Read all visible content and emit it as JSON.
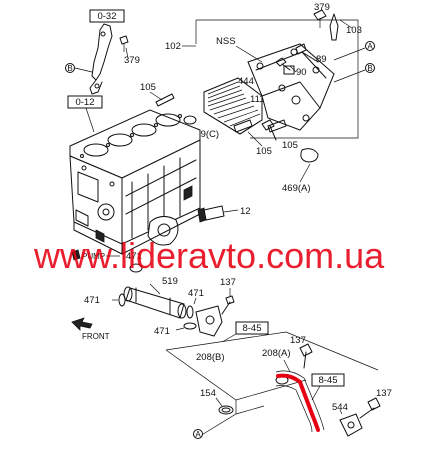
{
  "parts": {
    "p379a": "379",
    "p379b": "379",
    "p103": "103",
    "p102": "102",
    "pNSS": "NSS",
    "p89": "89",
    "p90": "90",
    "p444": "444",
    "p111": "111",
    "p105a": "105",
    "p105b": "105",
    "p105c": "105",
    "p469c": "469(C)",
    "p469a": "469(A)",
    "p12": "12",
    "p519": "519",
    "p137a": "137",
    "p137b": "137",
    "p137c": "137",
    "p471a": "471",
    "p471b": "471",
    "p471c": "471",
    "p471d": "471",
    "p208b": "208(B)",
    "p208a": "208(A)",
    "p154": "154",
    "p544": "544",
    "pPUMP": "PUMP"
  },
  "refs": {
    "r032": "0-32",
    "r012": "0-12",
    "r845a": "8-45",
    "r845b": "8-45"
  },
  "markers": {
    "A1": "A",
    "B1": "B",
    "B2": "B",
    "A2": "A"
  },
  "front_label": "FRONT",
  "watermark": "www.lideravto.com.ua"
}
